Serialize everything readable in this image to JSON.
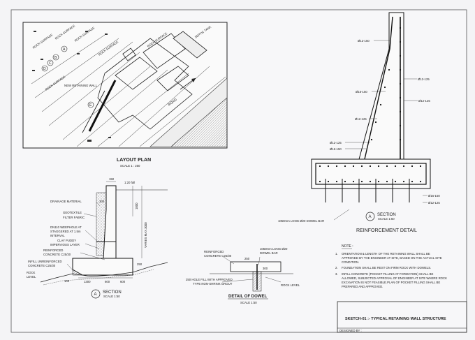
{
  "layout_plan": {
    "title": "LAYOUT PLAN",
    "scale": "SCALE 1 : 250",
    "labels": {
      "rock_surface": "ROCK SURFACE",
      "septic_tank": "SEPTIC TANK",
      "new_retaining_wall": "NEW RETAINING WALL",
      "road": "ROAD",
      "grid_a": "A",
      "grid_b": "B",
      "grid_c": "C",
      "grid_d": "D",
      "grid_e": "E"
    }
  },
  "section_left": {
    "labels": {
      "drainage_material": "DRAINAGE MATERIAL",
      "geotextile": "GEOTEXTILE",
      "filter_fabric": "FILTER FABRIC",
      "weephole_1": "DN110 WEEPHOLE AT",
      "weephole_2": "STAGGERED AT 1.5m",
      "weephole_3": "INTERVAL",
      "clay_1": "CLAY PUDDY",
      "clay_2": "IMPERVIOUS LAYER",
      "reinforced_1": "REINFORCED",
      "reinforced_2": "CONCRETE C25/30",
      "infill_1": "INFILL UNREINFORCED",
      "infill_2": "CONCRETE C25/30",
      "rock_1": "ROCK",
      "rock_2": "LEVEL",
      "varies": "VARIES MAX.3000",
      "dim_300": "300",
      "dim_1000": "1000",
      "dim_150": "150",
      "dim_250": "250",
      "dim_1300": "1300",
      "dim_600": "600",
      "dim_100": "100",
      "fall": "1:20 fall",
      "section_letter": "A",
      "section_title": "SECTION",
      "section_scale": "SCALE 1:50"
    }
  },
  "dowel_detail": {
    "title": "DETAIL OF DOWEL",
    "scale": "SCALE 1:50",
    "labels": {
      "reinforced_1": "REINFORCED",
      "reinforced_2": "CONCRETE C25/30",
      "dowel_1": "1050mm LONG Ø20",
      "dowel_2": "DOWEL BAR",
      "hole_1": "250 HOLE FILL WITH APPROVED",
      "hole_2": "TYPE NON-SHRINK GROUT",
      "rock_level": "ROCK LEVEL",
      "dim_250": "250",
      "dim_300": "300"
    }
  },
  "reinforcement": {
    "title": "REINFORCEMENT DETAIL",
    "bars": {
      "b1": "Ø12-150",
      "b2": "Ø12-125",
      "b3": "Ø16-150",
      "b4": "Ø12-125",
      "b5": "Ø12-125",
      "b6": "Ø12-125",
      "b7": "Ø16-150",
      "b8": "Ø16-150",
      "b9": "Ø12-125"
    },
    "dowel_bar": "1050mm LONG Ø20 DOWEL BAR",
    "section_letter": "A",
    "section_title": "SECTION",
    "section_scale": "SCALE 1:50"
  },
  "notes": {
    "heading": "NOTE :",
    "items": [
      [
        "1.",
        "ORIENTATION & LENGTH OF THE RETAINING WALL SHALL BE",
        "APPROVED BY THE ENGINEER AT SITE, BASED ON THE ACTUAL SITE",
        "CONDITION."
      ],
      [
        "2.",
        "FOUNDATION SHALL BE REST ON FIRM ROCK WITH DOWELS."
      ],
      [
        "3.",
        "INFILL CONCRETE (POCKET FILLING AT FORMATION) SHALL BE",
        "ALLOWED, SUBJECTED APPROVAL OF ENGINEER AT SITE WHERE ROCK",
        "EXCAVATION IS NOT FEASIBLE.PLAN OF POCKET FILLING SHALL BE",
        "PREPARED AND APPROVED."
      ]
    ]
  },
  "title_block": {
    "sketch_title": "SKETCH-01  :- TYPICAL RETAINING WALL STRUCTURE",
    "designed_by": "DESIGNED BY :"
  }
}
